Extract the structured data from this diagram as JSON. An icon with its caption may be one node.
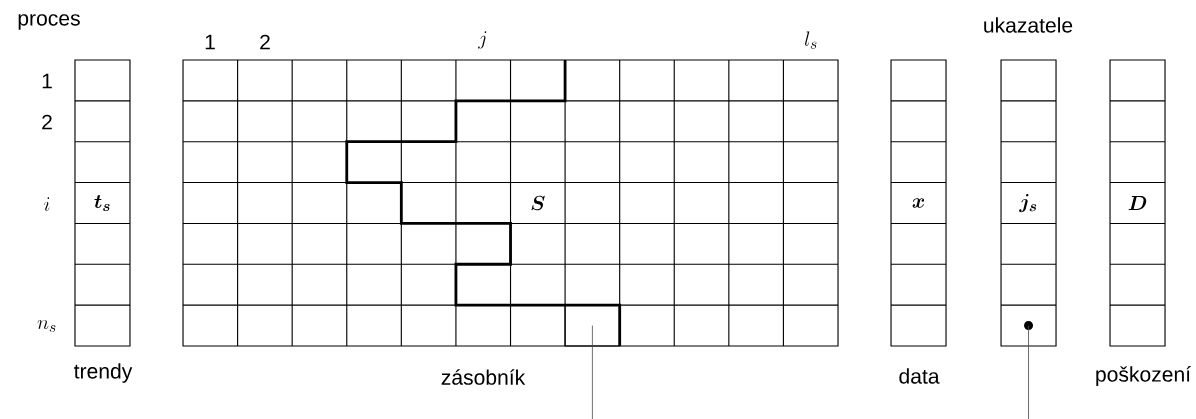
{
  "diagram": {
    "nodes": [
      {
        "text": [
          "\\boldsymbol{t_s}"
        ],
        "beside": [
          "trendy"
        ]
      },
      {
        "text": [
          "\\boldsymbol{S}"
        ],
        "beside": [
          "zásobník"
        ]
      },
      {
        "text": [
          "\\boldsymbol{x}"
        ],
        "beside": [
          "data"
        ]
      },
      {
        "text": [
          "\\boldsymbol{j_s}"
        ],
        "beside": [
          "ukazatele"
        ]
      },
      {
        "text": [
          "\\boldsymbol{D}"
        ],
        "beside": [
          "poškození"
        ]
      },
      {
        "text": [],
        "shape": "box",
        "in": 1
      },
      {
        "text": [],
        "shape": "circle",
        "in": 3
      }
    ],
    "edges": [
      {
        "from": 5,
        "to": null,
        "arrow": "none"
      },
      {
        "from": 6,
        "to": null,
        "arrow": "none"
      }
    ],
    "labels": [
      "proces",
      "1",
      "2",
      "j",
      "l_s",
      "1",
      "2",
      "i",
      "n_s"
    ]
  }
}
